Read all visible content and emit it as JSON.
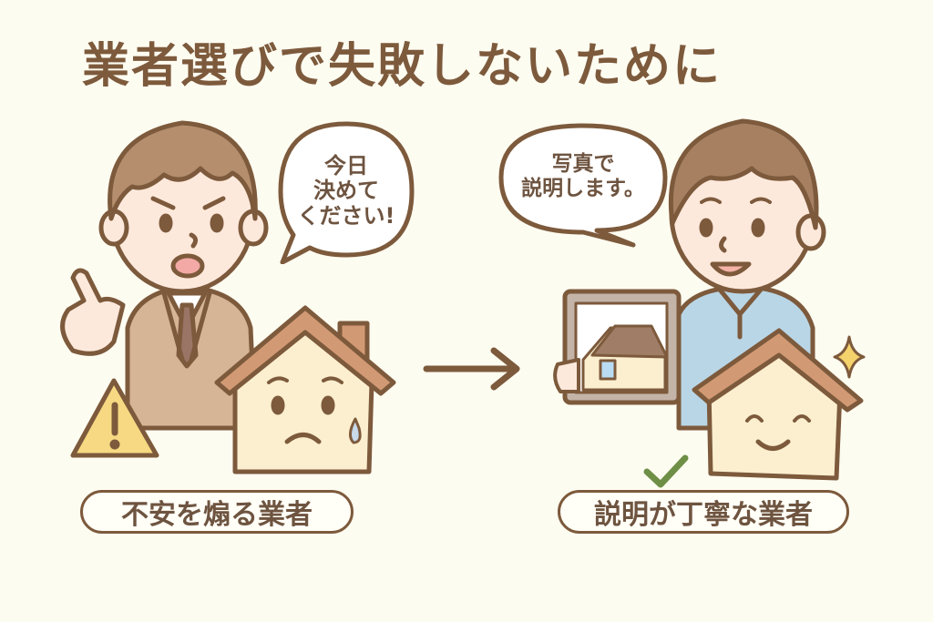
{
  "title": "業者選びで失敗しないために",
  "left_panel": {
    "speech_bubble": "今日\n決めて\nください!",
    "speech_lines": [
      "今日",
      "決めて",
      "ください!"
    ],
    "label": "不安を煽る業者",
    "icons": [
      "warning-triangle-icon",
      "sad-house-icon",
      "pointing-salesman"
    ]
  },
  "arrow": "right-arrow-icon",
  "right_panel": {
    "speech_lines": [
      "写真で",
      "説明します。"
    ],
    "label": "説明が丁寧な業者",
    "icons": [
      "checkmark-icon",
      "happy-house-icon",
      "sparkle-icon",
      "tablet-with-house-photo"
    ]
  },
  "colors": {
    "background": "#fdfcf1",
    "outline": "#7d5a3c",
    "text": "#6e5440",
    "roof": "#d29a74",
    "house_wall": "#fbefcf",
    "suit": "#d6b596",
    "shirt_blue": "#b9d6e6",
    "warning_yellow": "#f6d982",
    "check_green": "#6e8f45",
    "skin": "#fde9dc",
    "hair": "#a78062"
  }
}
